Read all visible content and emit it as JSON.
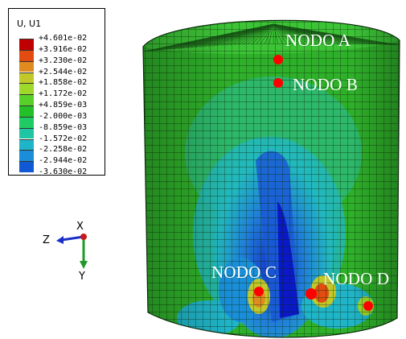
{
  "legend": {
    "title": "U, U1",
    "entries": [
      {
        "label": "+4.601e-02",
        "color": "#c00000"
      },
      {
        "label": "+3.916e-02",
        "color": "#e34c10"
      },
      {
        "label": "+3.230e-02",
        "color": "#e08b20"
      },
      {
        "label": "+2.544e-02",
        "color": "#c2c82a"
      },
      {
        "label": "+1.858e-02",
        "color": "#9ed82a"
      },
      {
        "label": "+1.172e-02",
        "color": "#58d02a"
      },
      {
        "label": "+4.859e-03",
        "color": "#24c02a"
      },
      {
        "label": "-2.000e-03",
        "color": "#1fcc63"
      },
      {
        "label": "-8.859e-03",
        "color": "#20c6a4"
      },
      {
        "label": "-1.572e-02",
        "color": "#20b4c8"
      },
      {
        "label": "-2.258e-02",
        "color": "#1a8ed8"
      },
      {
        "label": "-2.944e-02",
        "color": "#1058d4"
      },
      {
        "label": "-3.630e-02",
        "color": "#0a18c8"
      }
    ]
  },
  "triad": {
    "x_label": "X",
    "y_label": "Y",
    "z_label": "Z"
  },
  "nodes": {
    "a": "NODO A",
    "b": "NODO B",
    "c": "NODO C",
    "d": "NODO D"
  },
  "colors": {
    "node_marker": "#ff0000",
    "mesh_green": "#2fb02a",
    "mesh_blue": "#1838c8"
  }
}
